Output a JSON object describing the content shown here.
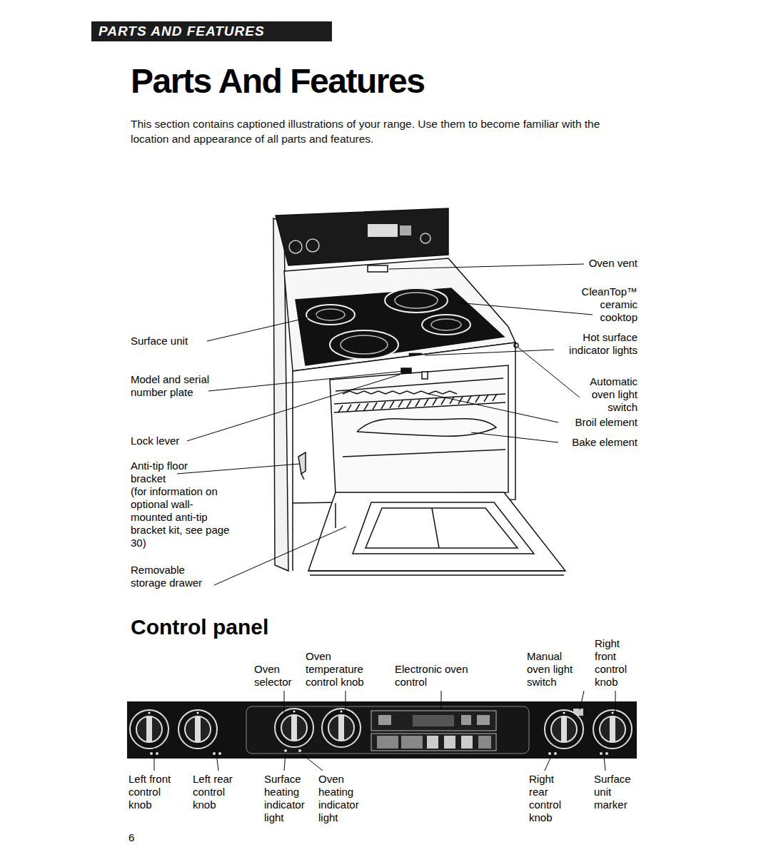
{
  "diagram": {
    "title": "Parts And Features",
    "nodes": [
      {
        "text": [
          "PARTS AND FEATURES"
        ]
      }
    ],
    "labels": [
      "This section contains captioned illustrations of your range. Use them to become familiar with the location and appearance of all parts and features.",
      "Oven vent",
      "CleanTop™ ceramic cooktop",
      "Surface unit",
      "Hot surface indicator lights",
      "Model and serial number plate",
      "Automatic oven light switch",
      "Broil element",
      "Lock lever",
      "Bake element",
      "Anti-tip floor bracket",
      "(for information on optional wall- mounted anti-tip bracket kit, see page 30)",
      "Removable storage drawer",
      "Control panel",
      "Oven selector",
      "Oven temperature control knob",
      "Electronic oven control",
      "Manual oven light switch",
      "Right front control knob",
      "Left front control knob",
      "Left rear control knob",
      "Surface heating indicator light",
      "Oven heating indicator light",
      "Right rear control knob",
      "Surface unit marker",
      "6"
    ]
  }
}
